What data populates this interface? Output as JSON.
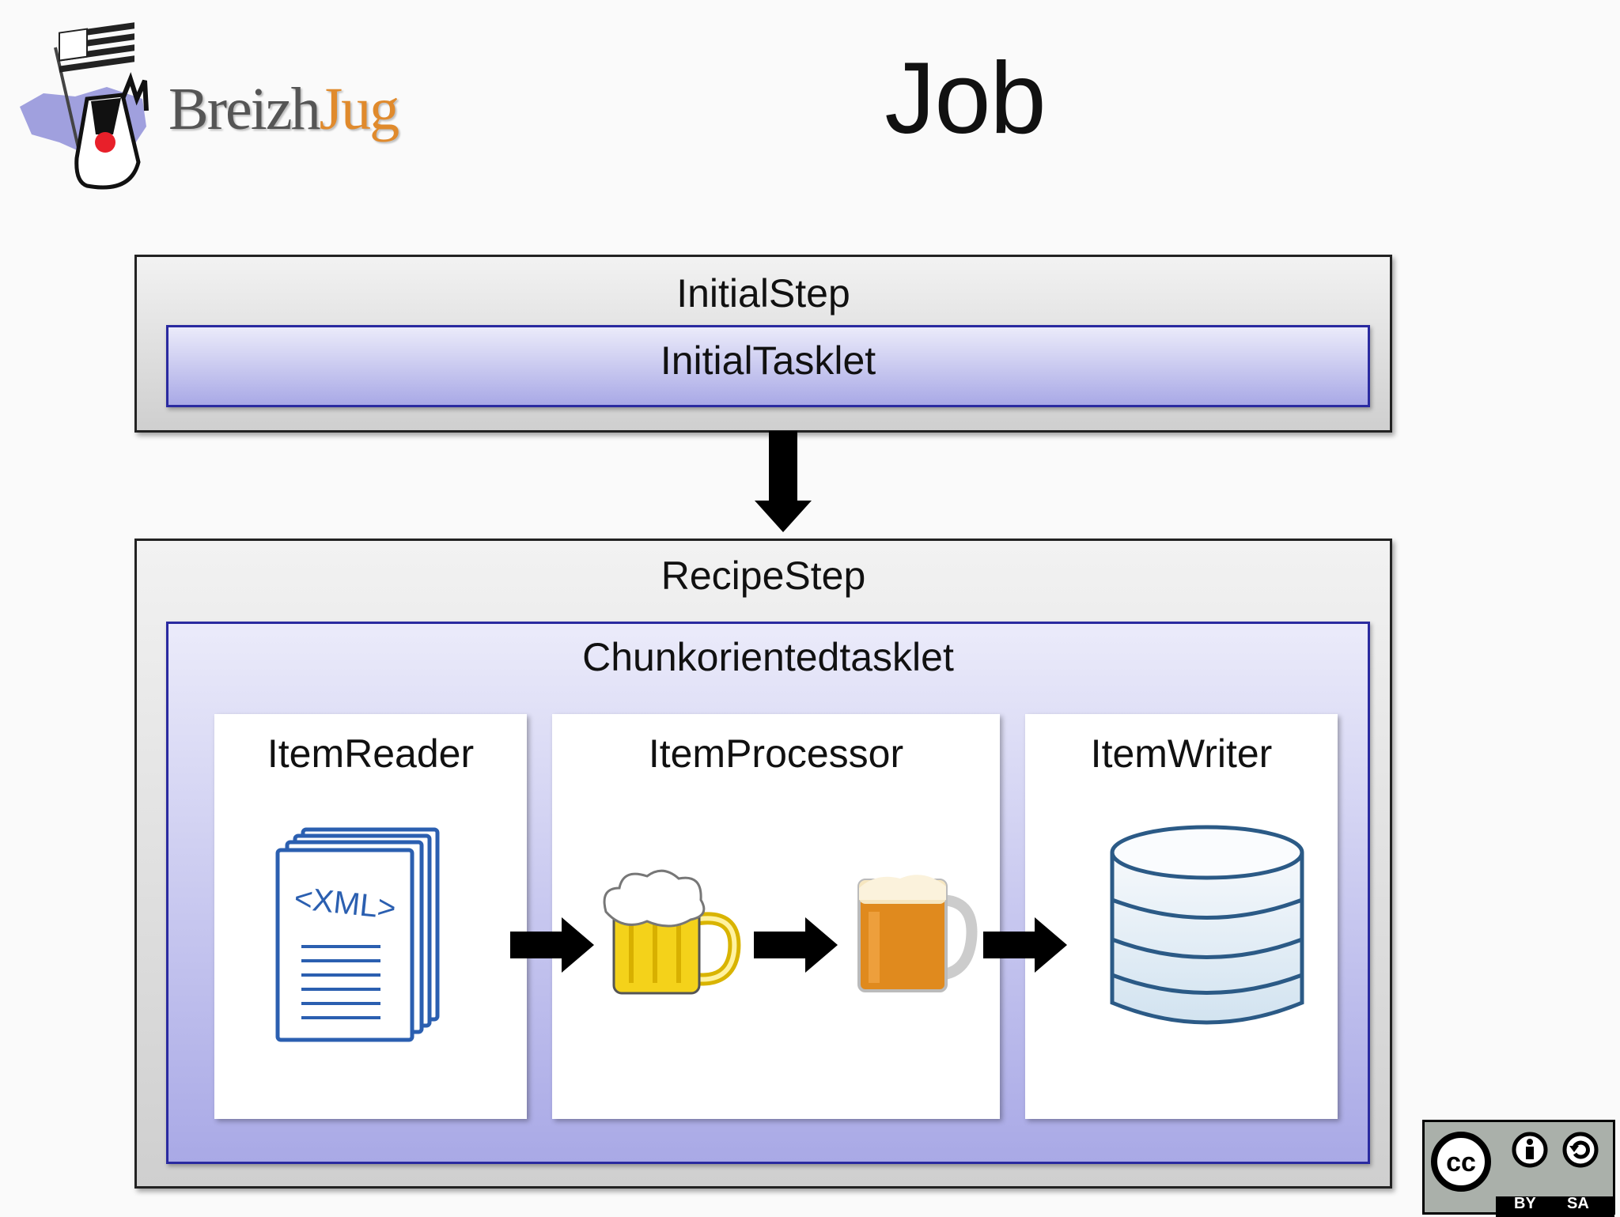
{
  "slide": {
    "title": "Job"
  },
  "logo": {
    "text_main": "Breizh",
    "text_accent": "Jug"
  },
  "initial_step": {
    "label": "InitialStep",
    "tasklet_label": "InitialTasklet"
  },
  "recipe_step": {
    "label": "RecipeStep",
    "tasklet_label": "Chunkorientedtasklet",
    "reader": {
      "label": "ItemReader",
      "doc_text": "<XML>",
      "icon": "xml-documents-icon"
    },
    "processor": {
      "label": "ItemProcessor",
      "icons": [
        "foamy-beer-mug-icon",
        "beer-glass-icon"
      ]
    },
    "writer": {
      "label": "ItemWriter",
      "icon": "database-icon"
    }
  },
  "license": {
    "badge_text": "cc",
    "by_text": "BY",
    "sa_text": "SA"
  },
  "colors": {
    "step_border": "#222222",
    "tasklet_border": "#2a2aa0",
    "tasklet_fill_bottom": "#a9a9e6",
    "accent_orange": "#e08a2c"
  }
}
